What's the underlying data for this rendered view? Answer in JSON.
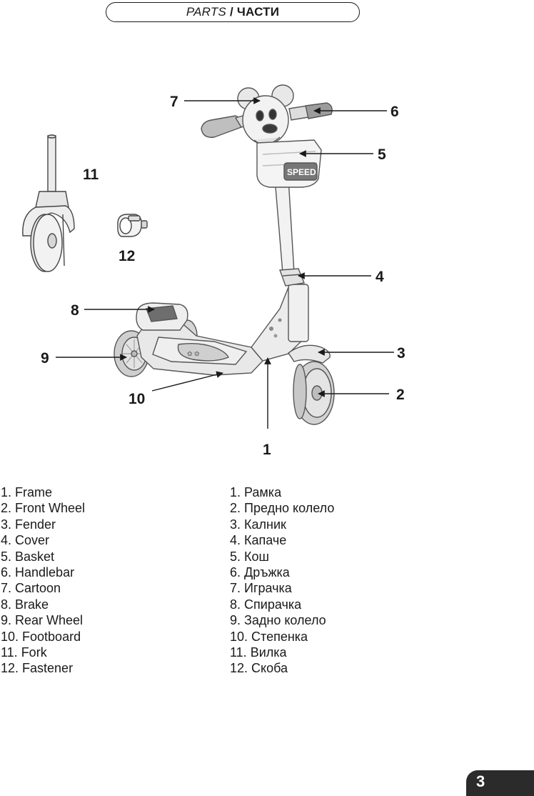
{
  "header": {
    "title_en": "PARTS",
    "separator": "/",
    "title_bg": "ЧАСТИ"
  },
  "callouts": [
    "1",
    "2",
    "3",
    "4",
    "5",
    "6",
    "7",
    "8",
    "9",
    "10",
    "11",
    "12"
  ],
  "basket_text": "SPEED",
  "parts_en": [
    "1. Frame",
    "2. Front Wheel",
    "3. Fender",
    "4. Cover",
    "5. Basket",
    "6. Handlebar",
    "7. Cartoon",
    "8. Brake",
    "9. Rear Wheel",
    "10. Footboard",
    "11. Fork",
    "12. Fastener"
  ],
  "parts_bg": [
    "1. Рамка",
    "2. Предно колело",
    "3. Калник",
    "4. Капаче",
    "5. Кош",
    "6. Дръжка",
    "7. Играчка",
    "8. Спирачка",
    "9. Задно колело",
    "10. Степенка",
    "11. Вилка",
    "12. Скоба"
  ],
  "page_number": "3"
}
